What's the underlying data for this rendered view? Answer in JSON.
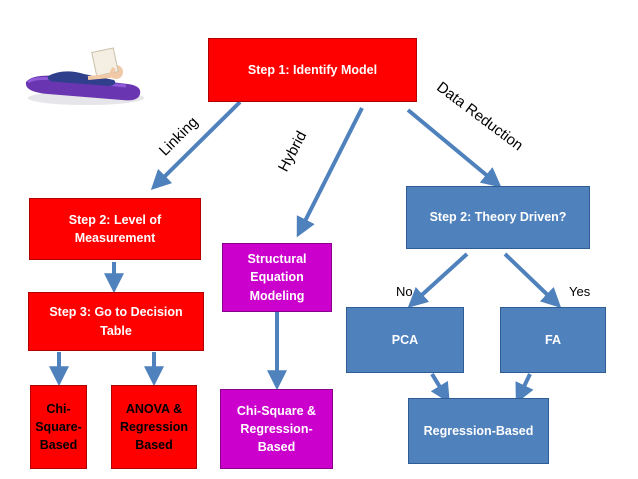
{
  "boxes": {
    "identify": "Step 1: Identify Model",
    "level": "Step 2: Level of\nMeasurement",
    "decision": "Step 3: Go to Decision\nTable",
    "chi": "Chi-\nSquare-\nBased",
    "anova": "ANOVA &\nRegression\nBased",
    "sem": "Structural\nEquation\nModeling",
    "chi_reg": "Chi-Square &\nRegression-\nBased",
    "theory": "Step 2:  Theory Driven?",
    "pca": "PCA",
    "fa": "FA",
    "reg": "Regression-Based"
  },
  "edge_labels": {
    "linking": "Linking",
    "hybrid": "Hybrid",
    "data_reduction": "Data Reduction",
    "no": "No",
    "yes": "Yes"
  },
  "colors": {
    "red": "#ff0000",
    "blue": "#4f81bd",
    "magenta": "#cc00cc",
    "arrow": "#4f81bd"
  },
  "image": {
    "icon": "person-reading-on-air-mattress-icon"
  }
}
